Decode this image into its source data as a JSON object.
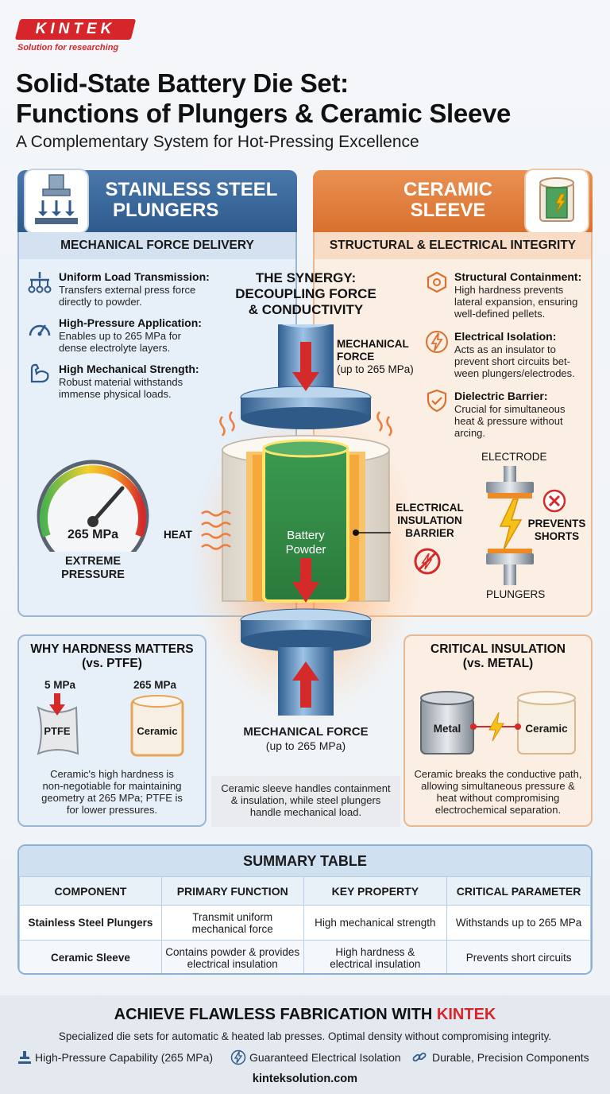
{
  "brand": {
    "logo": "KINTEK",
    "tagline": "Solution for researching"
  },
  "header": {
    "title_line1": "Solid-State Battery Die Set:",
    "title_line2": "Functions of Plungers & Ceramic Sleeve",
    "subtitle": "A Complementary System for Hot-Pressing Excellence"
  },
  "left_panel": {
    "title_line1": "STAINLESS STEEL",
    "title_line2": "PLUNGERS",
    "band": "MECHANICAL FORCE DELIVERY",
    "features": [
      {
        "title": "Uniform Load Transmission:",
        "text_line1": "Transfers external press force",
        "text_line2": "directly to powder.",
        "icon": "load-distribution-icon"
      },
      {
        "title": "High-Pressure Application:",
        "text_line1": "Enables up to 265 MPa for",
        "text_line2": "dense electrolyte layers.",
        "icon": "pressure-gauge-icon"
      },
      {
        "title": "High Mechanical Strength:",
        "text_line1": "Robust material withstands",
        "text_line2": "immense physical loads.",
        "icon": "strength-arm-icon"
      }
    ],
    "gauge_value": "265 MPa",
    "gauge_label_line1": "EXTREME",
    "gauge_label_line2": "PRESSURE"
  },
  "right_panel": {
    "title_line1": "CERAMIC",
    "title_line2": "SLEEVE",
    "band": "STRUCTURAL & ELECTRICAL INTEGRITY",
    "features": [
      {
        "title": "Structural Containment:",
        "text_line1": "High hardness prevents",
        "text_line2": "lateral expansion, ensuring",
        "text_line3": "well-defined pellets.",
        "icon": "containment-icon"
      },
      {
        "title": "Electrical Isolation:",
        "text_line1": "Acts as an insulator to",
        "text_line2": "prevent short circuits bet-",
        "text_line3": "ween plungers/electrodes.",
        "icon": "lightning-icon"
      },
      {
        "title": "Dielectric Barrier:",
        "text_line1": "Crucial for simultaneous",
        "text_line2": "heat & pressure without",
        "text_line3": "arcing.",
        "icon": "shield-icon"
      }
    ],
    "electrode_label": "ELECTRODE",
    "prevents_line1": "PREVENTS",
    "prevents_line2": "SHORTS",
    "plungers_label": "PLUNGERS"
  },
  "center": {
    "synergy_line1": "THE SYNERGY:",
    "synergy_line2": "DECOUPLING FORCE",
    "synergy_line3": "& CONDUCTIVITY",
    "force_top_line1": "MECHANICAL",
    "force_top_line2": "FORCE",
    "force_top_line3": "(up to 265 MPa)",
    "heat_label": "HEAT",
    "powder_line1": "Battery",
    "powder_line2": "Powder",
    "barrier_line1": "ELECTRICAL",
    "barrier_line2": "INSULATION",
    "barrier_line3": "BARRIER",
    "force_bottom_line1": "MECHANICAL FORCE",
    "force_bottom_line2": "(up to 265 MPa)",
    "note_line1": "Ceramic sleeve handles containment",
    "note_line2": "& insulation, while steel plungers",
    "note_line3": "handle mechanical load."
  },
  "hardness_box": {
    "title_line1": "WHY HARDNESS MATTERS",
    "title_line2": "(vs. PTFE)",
    "ptfe_value": "5 MPa",
    "ceramic_value": "265 MPa",
    "ptfe_label": "PTFE",
    "ceramic_label": "Ceramic",
    "text_line1": "Ceramic's high hardness is",
    "text_line2": "non-negotiable for maintaining",
    "text_line3": "geometry at 265 MPa; PTFE is",
    "text_line4": "for lower pressures."
  },
  "insulation_box": {
    "title_line1": "CRITICAL INSULATION",
    "title_line2": "(vs. METAL)",
    "metal_label": "Metal",
    "ceramic_label": "Ceramic",
    "text_line1": "Ceramic breaks the conductive path,",
    "text_line2": "allowing simultaneous pressure &",
    "text_line3": "heat without compromising",
    "text_line4": "electrochemical separation."
  },
  "summary": {
    "title": "SUMMARY TABLE",
    "headers": [
      "COMPONENT",
      "PRIMARY FUNCTION",
      "KEY PROPERTY",
      "CRITICAL PARAMETER"
    ],
    "rows": [
      {
        "component": "Stainless Steel Plungers",
        "function_line1": "Transmit uniform",
        "function_line2": "mechanical force",
        "property_line1": "High mechanical strength",
        "property_line2": "",
        "parameter": "Withstands up to 265 MPa"
      },
      {
        "component": "Ceramic Sleeve",
        "function_line1": "Contains powder & provides",
        "function_line2": "electrical insulation",
        "property_line1": "High hardness &",
        "property_line2": "electrical insulation",
        "parameter": "Prevents short circuits"
      }
    ]
  },
  "footer": {
    "title_prefix": "ACHIEVE FLAWLESS FABRICATION WITH ",
    "title_brand": "KINTEK",
    "subtitle": "Specialized die sets for automatic & heated lab presses. Optimal density without compromising integrity.",
    "items": [
      {
        "label": "High-Pressure Capability (265 MPa)",
        "icon": "press-icon"
      },
      {
        "label": "Guaranteed Electrical Isolation",
        "icon": "lightning-icon"
      },
      {
        "label": "Durable, Precision Components",
        "icon": "link-icon"
      }
    ],
    "url": "kinteksolution.com"
  },
  "colors": {
    "steel_blue": "#2e5a8c",
    "ceramic_orange": "#d8702f",
    "brand_red": "#d7262b",
    "powder_green": "#3f9a52",
    "force_arrow_red": "#d42a2a"
  }
}
